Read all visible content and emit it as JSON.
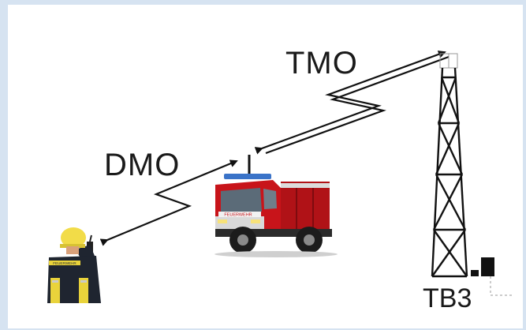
{
  "labels": {
    "tmo": "TMO",
    "dmo": "DMO",
    "tb3": "TB3",
    "vest_text": "FEUERWEHR",
    "truck_text": "FEUERWEHR"
  },
  "icons": {
    "firefighter": "firefighter-with-radio-icon",
    "truck": "fire-truck-icon",
    "tower": "lattice-radio-tower-icon",
    "link_dmo": "zigzag-radio-link-icon",
    "link_tmo": "zigzag-radio-link-icon"
  },
  "colors": {
    "truck_red": "#c8141a",
    "vest_yellow": "#e9d33b",
    "line": "#111111"
  }
}
